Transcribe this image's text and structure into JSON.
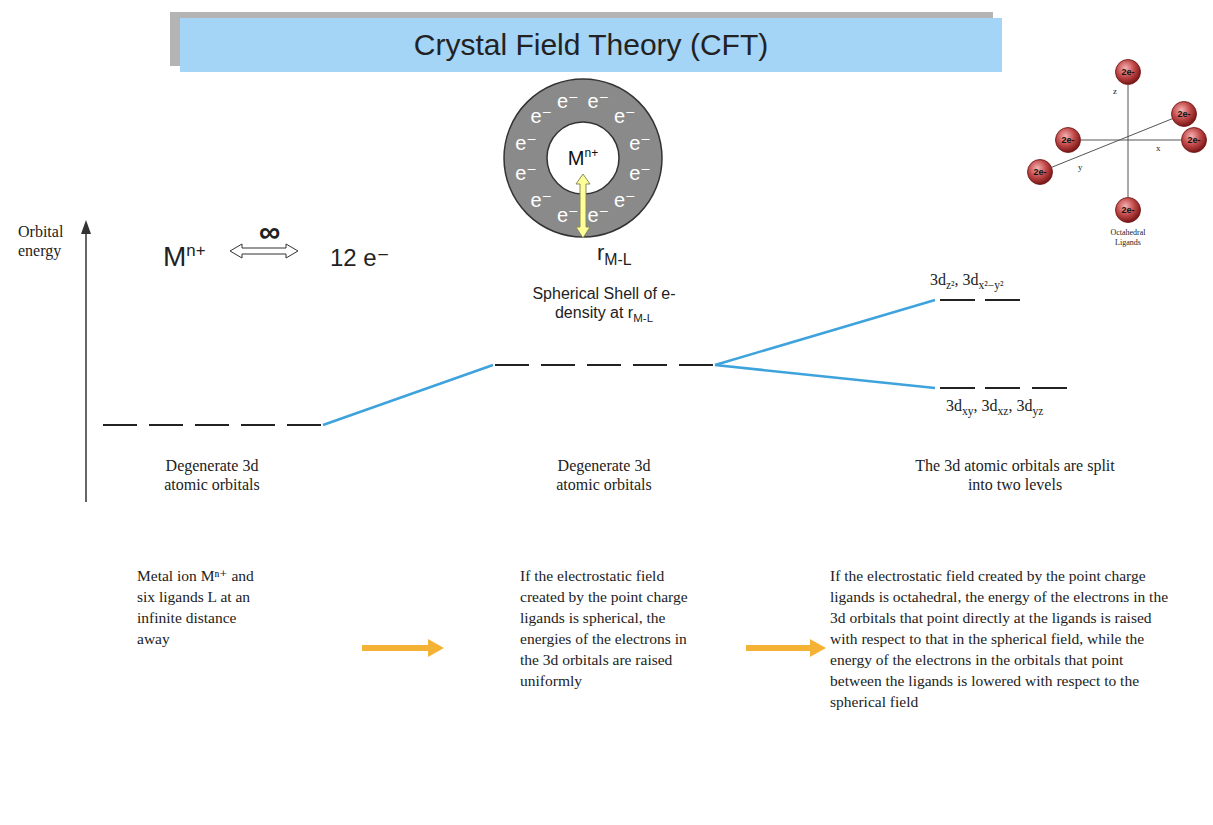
{
  "diagram": {
    "title": "Crystal Field Theory (CFT)",
    "nodes": [
      {
        "text": [
          "e⁻",
          "e⁻",
          "e⁻",
          "e⁻",
          "e⁻",
          "e⁻",
          "e⁻",
          "e⁻",
          "e⁻",
          "e⁻",
          "e⁻",
          "e⁻"
        ]
      },
      {
        "text": [
          "M",
          "n+"
        ],
        "in": 0
      },
      {
        "text": [
          "2e-"
        ]
      },
      {
        "text": [
          "2e-"
        ]
      },
      {
        "text": [
          "2e-"
        ]
      },
      {
        "text": [
          "2e-"
        ]
      },
      {
        "text": [
          "2e-"
        ]
      },
      {
        "text": [
          "2e-"
        ]
      }
    ],
    "edges": [
      {
        "from": 2,
        "to": 7,
        "arrow": "none"
      },
      {
        "from": 4,
        "to": 5,
        "arrow": "none"
      },
      {
        "from": 6,
        "to": 3,
        "arrow": "none"
      }
    ],
    "labels": [
      "Orbital energy",
      "M",
      "n+",
      "∞",
      "12 e⁻",
      "r",
      "M-L",
      "Spherical Shell of e- density at r",
      "M-L",
      "3d",
      "z²",
      ", 3d",
      "x²−y²",
      "3d",
      "xy",
      ", 3d",
      "xz",
      ", 3d",
      "yz",
      "Degenerate 3d atomic orbitals",
      "Degenerate 3d atomic orbitals",
      "The 3d atomic orbitals are split into two levels",
      "Metal ion Mⁿ⁺ and six ligands L at an infinite distance away",
      "If the electrostatic field created by the point charge ligands is spherical, the energies of the electrons in the 3d orbitals are raised uniformly",
      "If the electrostatic field created by the point charge ligands is octahedral, the energy of the electrons in the 3d orbitals that point directly at the ligands is raised with respect to that in the spherical field, while the energy of the electrons in the orbitals that point between the ligands is lowered with respect to the spherical field",
      "z",
      "x",
      "y",
      "Octahedral Ligands"
    ]
  }
}
